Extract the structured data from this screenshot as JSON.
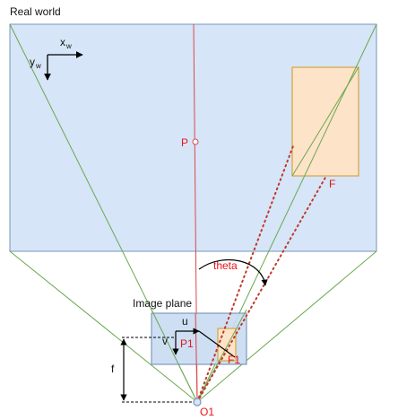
{
  "real_world_label": "Real world",
  "image_plane_label": "Image plane",
  "world_axes": {
    "x": "x",
    "x_sub": "w",
    "y": "y",
    "y_sub": "w"
  },
  "image_axes": {
    "u": "u",
    "v": "v"
  },
  "points": {
    "P": "P",
    "P1": "P1",
    "F": "F",
    "F1": "F1",
    "O1": "O1"
  },
  "angle_label": "theta",
  "focal_label": "f",
  "colors": {
    "plane_fill": "#d6e5f8",
    "plane_stroke": "#7a96b8",
    "rect_fill": "#fde3c8",
    "rect_stroke": "#d6a53e",
    "ray_green": "#6aa84f",
    "red": "#e8141a",
    "dotted_red": "#c0392b",
    "optical_axis": "#d94b4b"
  }
}
